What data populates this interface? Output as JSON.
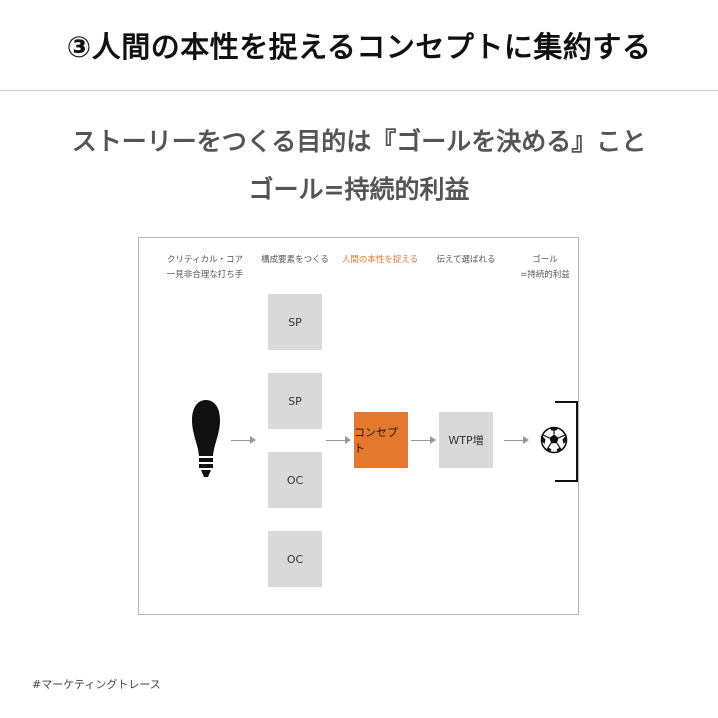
{
  "slide": {
    "title": "③人間の本性を捉えるコンセプトに集約する",
    "subtitle_line1": "ストーリーをつくる目的は『ゴールを決める』こと",
    "subtitle_line2": "ゴール=持続的利益"
  },
  "diagram": {
    "columns": [
      {
        "line1": "クリティカル・コア",
        "line2": "一見非合理な打ち手"
      },
      {
        "line1": "構成要素をつくる",
        "line2": ""
      },
      {
        "line1": "人間の本性を捉える",
        "line2": ""
      },
      {
        "line1": "伝えて選ばれる",
        "line2": ""
      },
      {
        "line1": "ゴール",
        "line2": "=持続的利益"
      }
    ],
    "elements": [
      "SP",
      "SP",
      "OC",
      "OC"
    ],
    "concept_label": "コンセプト",
    "wtp_label": "WTP増",
    "icons": {
      "start": "lightbulb-icon",
      "goal": "soccer-ball-icon"
    },
    "colors": {
      "accent": "#e5782f",
      "box": "#d9d9d9",
      "frame": "#b5b5b5"
    }
  },
  "footer": {
    "hashtag": "#マーケティングトレース"
  }
}
